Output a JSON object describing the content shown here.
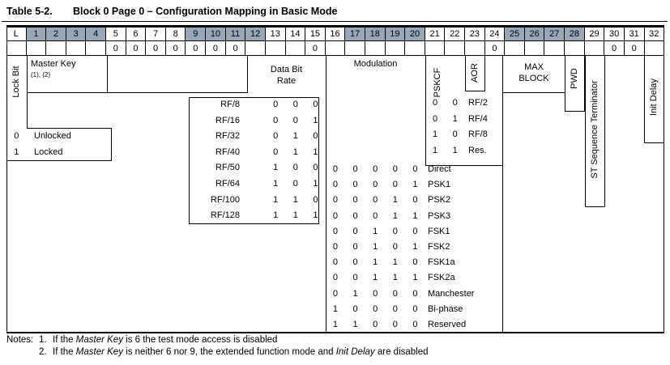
{
  "title": {
    "prefix": "Table 5-2.",
    "text": "Block 0 Page 0 – Configuration Mapping in Basic Mode"
  },
  "colors": {
    "header_shade": "#98A7BA"
  },
  "header": {
    "cells": [
      "L",
      "1",
      "2",
      "3",
      "4",
      "5",
      "6",
      "7",
      "8",
      "9",
      "10",
      "11",
      "12",
      "13",
      "14",
      "15",
      "16",
      "17",
      "18",
      "19",
      "20",
      "21",
      "22",
      "23",
      "24",
      "25",
      "26",
      "27",
      "28",
      "29",
      "30",
      "31",
      "32"
    ],
    "shaded_indices": [
      1,
      2,
      3,
      4,
      9,
      10,
      11,
      12,
      17,
      18,
      19,
      20,
      25,
      26,
      27,
      28
    ]
  },
  "preset_row": {
    "values": [
      "",
      "",
      "",
      "",
      "",
      "0",
      "0",
      "0",
      "0",
      "0",
      "0",
      "0",
      "",
      "",
      "",
      "0",
      "",
      "",
      "",
      "",
      "",
      "",
      "",
      "",
      "0",
      "",
      "",
      "",
      "",
      "",
      "0",
      "0",
      ""
    ]
  },
  "lock_bit": {
    "label": "Lock Bit",
    "options": [
      {
        "bit": "0",
        "label": "Unlocked"
      },
      {
        "bit": "1",
        "label": "Locked"
      }
    ]
  },
  "master_key": {
    "label": "Master Key",
    "note_ref": "(1), (2)"
  },
  "data_bit_rate": {
    "label_line1": "Data Bit",
    "label_line2": "Rate",
    "rows": [
      {
        "label": "RF/8",
        "bits": [
          "0",
          "0",
          "0"
        ]
      },
      {
        "label": "RF/16",
        "bits": [
          "0",
          "0",
          "1"
        ]
      },
      {
        "label": "RF/32",
        "bits": [
          "0",
          "1",
          "0"
        ]
      },
      {
        "label": "RF/40",
        "bits": [
          "0",
          "1",
          "1"
        ]
      },
      {
        "label": "RF/50",
        "bits": [
          "1",
          "0",
          "0"
        ]
      },
      {
        "label": "RF/64",
        "bits": [
          "1",
          "0",
          "1"
        ]
      },
      {
        "label": "RF/100",
        "bits": [
          "1",
          "1",
          "0"
        ]
      },
      {
        "label": "RF/128",
        "bits": [
          "1",
          "1",
          "1"
        ]
      }
    ]
  },
  "modulation": {
    "label": "Modulation",
    "rows": [
      {
        "bits": [
          "0",
          "0",
          "0",
          "0",
          "0"
        ],
        "label": "Direct"
      },
      {
        "bits": [
          "0",
          "0",
          "0",
          "0",
          "1"
        ],
        "label": "PSK1"
      },
      {
        "bits": [
          "0",
          "0",
          "0",
          "1",
          "0"
        ],
        "label": "PSK2"
      },
      {
        "bits": [
          "0",
          "0",
          "0",
          "1",
          "1"
        ],
        "label": "PSK3"
      },
      {
        "bits": [
          "0",
          "0",
          "1",
          "0",
          "0"
        ],
        "label": "FSK1"
      },
      {
        "bits": [
          "0",
          "0",
          "1",
          "0",
          "1"
        ],
        "label": "FSK2"
      },
      {
        "bits": [
          "0",
          "0",
          "1",
          "1",
          "0"
        ],
        "label": "FSK1a"
      },
      {
        "bits": [
          "0",
          "0",
          "1",
          "1",
          "1"
        ],
        "label": "FSK2a"
      },
      {
        "bits": [
          "0",
          "1",
          "0",
          "0",
          "0"
        ],
        "label": "Manchester"
      },
      {
        "bits": [
          "1",
          "0",
          "0",
          "0",
          "0"
        ],
        "label": "Bi-phase"
      },
      {
        "bits": [
          "1",
          "1",
          "0",
          "0",
          "0"
        ],
        "label": "Reserved"
      }
    ]
  },
  "pskcf": {
    "label": "PSKCF",
    "rows": [
      {
        "bits": [
          "0",
          "0"
        ],
        "label": "RF/2"
      },
      {
        "bits": [
          "0",
          "1"
        ],
        "label": "RF/4"
      },
      {
        "bits": [
          "1",
          "0"
        ],
        "label": "RF/8"
      },
      {
        "bits": [
          "1",
          "1"
        ],
        "label": "Res."
      }
    ]
  },
  "aor": {
    "label": "AOR"
  },
  "max_block": {
    "label_line1": "MAX",
    "label_line2": "BLOCK"
  },
  "pwd": {
    "label": "PWD"
  },
  "st_terminator": {
    "label": "ST Sequence Terminator"
  },
  "init_delay": {
    "label": "Init Delay"
  },
  "notes": {
    "label": "Notes:",
    "items": [
      {
        "num": "1.",
        "segments": [
          {
            "text": "If the "
          },
          {
            "text": "Master Key",
            "italic": true
          },
          {
            "text": " is 6 the test mode access is disabled"
          }
        ]
      },
      {
        "num": "2.",
        "segments": [
          {
            "text": "If the "
          },
          {
            "text": "Master Key",
            "italic": true
          },
          {
            "text": " is neither 6 nor 9, the extended function mode and "
          },
          {
            "text": "Init Delay",
            "italic": true
          },
          {
            "text": " are disabled"
          }
        ]
      }
    ]
  }
}
